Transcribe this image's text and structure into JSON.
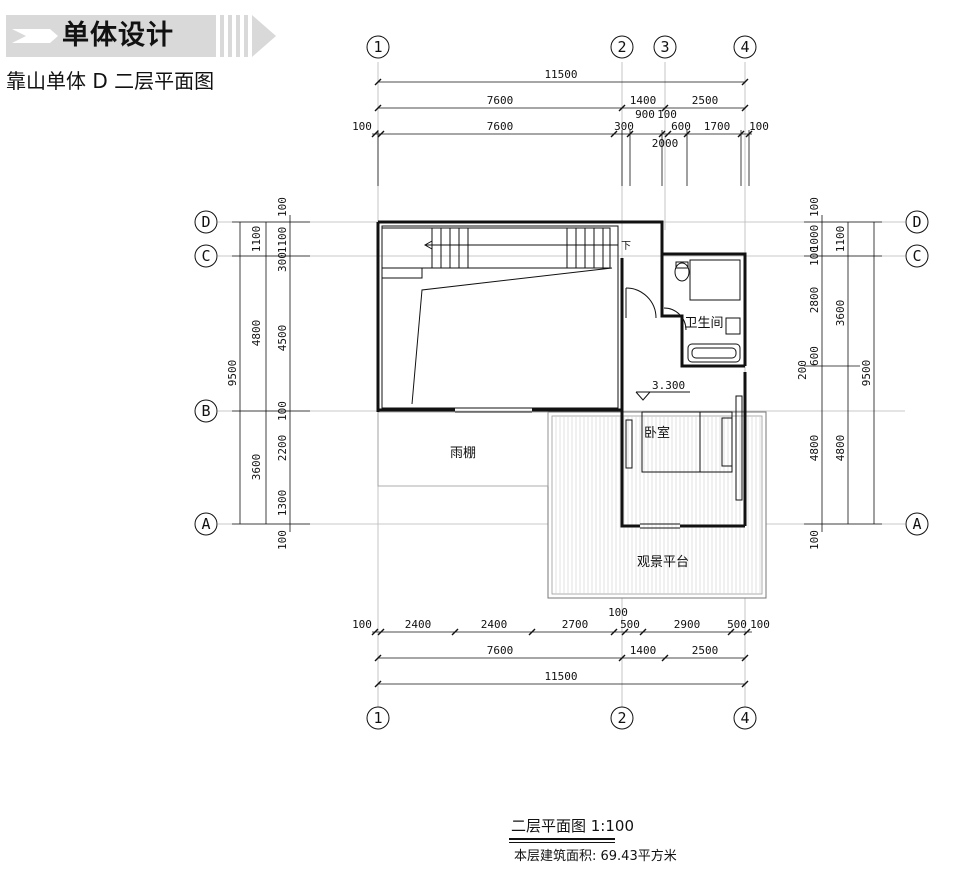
{
  "header": {
    "section_title": "单体设计",
    "plan_subtitle": "靠山单体 D 二层平面图"
  },
  "grid_axes": {
    "vertical": [
      "1",
      "2",
      "3",
      "4"
    ],
    "horizontal": [
      "D",
      "C",
      "B",
      "A"
    ]
  },
  "dimensions": {
    "top_row1": [
      "11500"
    ],
    "top_row2": [
      "7600",
      "1400",
      "2500"
    ],
    "top_row3": [
      "100",
      "7600",
      "300",
      "900",
      "100",
      "600",
      "1700",
      "100"
    ],
    "top_row3_extra": "2000",
    "bottom_row1": [
      "100",
      "2400",
      "2400",
      "2700",
      "100",
      "500",
      "2900",
      "500",
      "100"
    ],
    "bottom_row2": [
      "7600",
      "1400",
      "2500"
    ],
    "bottom_row3": [
      "11500"
    ],
    "left_outer": [
      "9500",
      "3600"
    ],
    "left_mid": [
      "1100",
      "4800"
    ],
    "left_inner": [
      "100",
      "1100",
      "300",
      "4500",
      "100",
      "2200",
      "1300",
      "100"
    ],
    "right_inner": [
      "100",
      "1000",
      "100",
      "2800",
      "600",
      "200",
      "4800",
      "100"
    ],
    "right_mid": [
      "1100",
      "3600",
      "4800"
    ],
    "right_outer": [
      "9500"
    ]
  },
  "rooms": {
    "bathroom": "卫生间",
    "bedroom": "卧室",
    "canopy": "雨棚",
    "viewing_platform": "观景平台",
    "stair_down": "下",
    "elevation": "3.300"
  },
  "caption": {
    "title": "二层平面图 1:100",
    "area": "本层建筑面积: 69.43平方米"
  }
}
